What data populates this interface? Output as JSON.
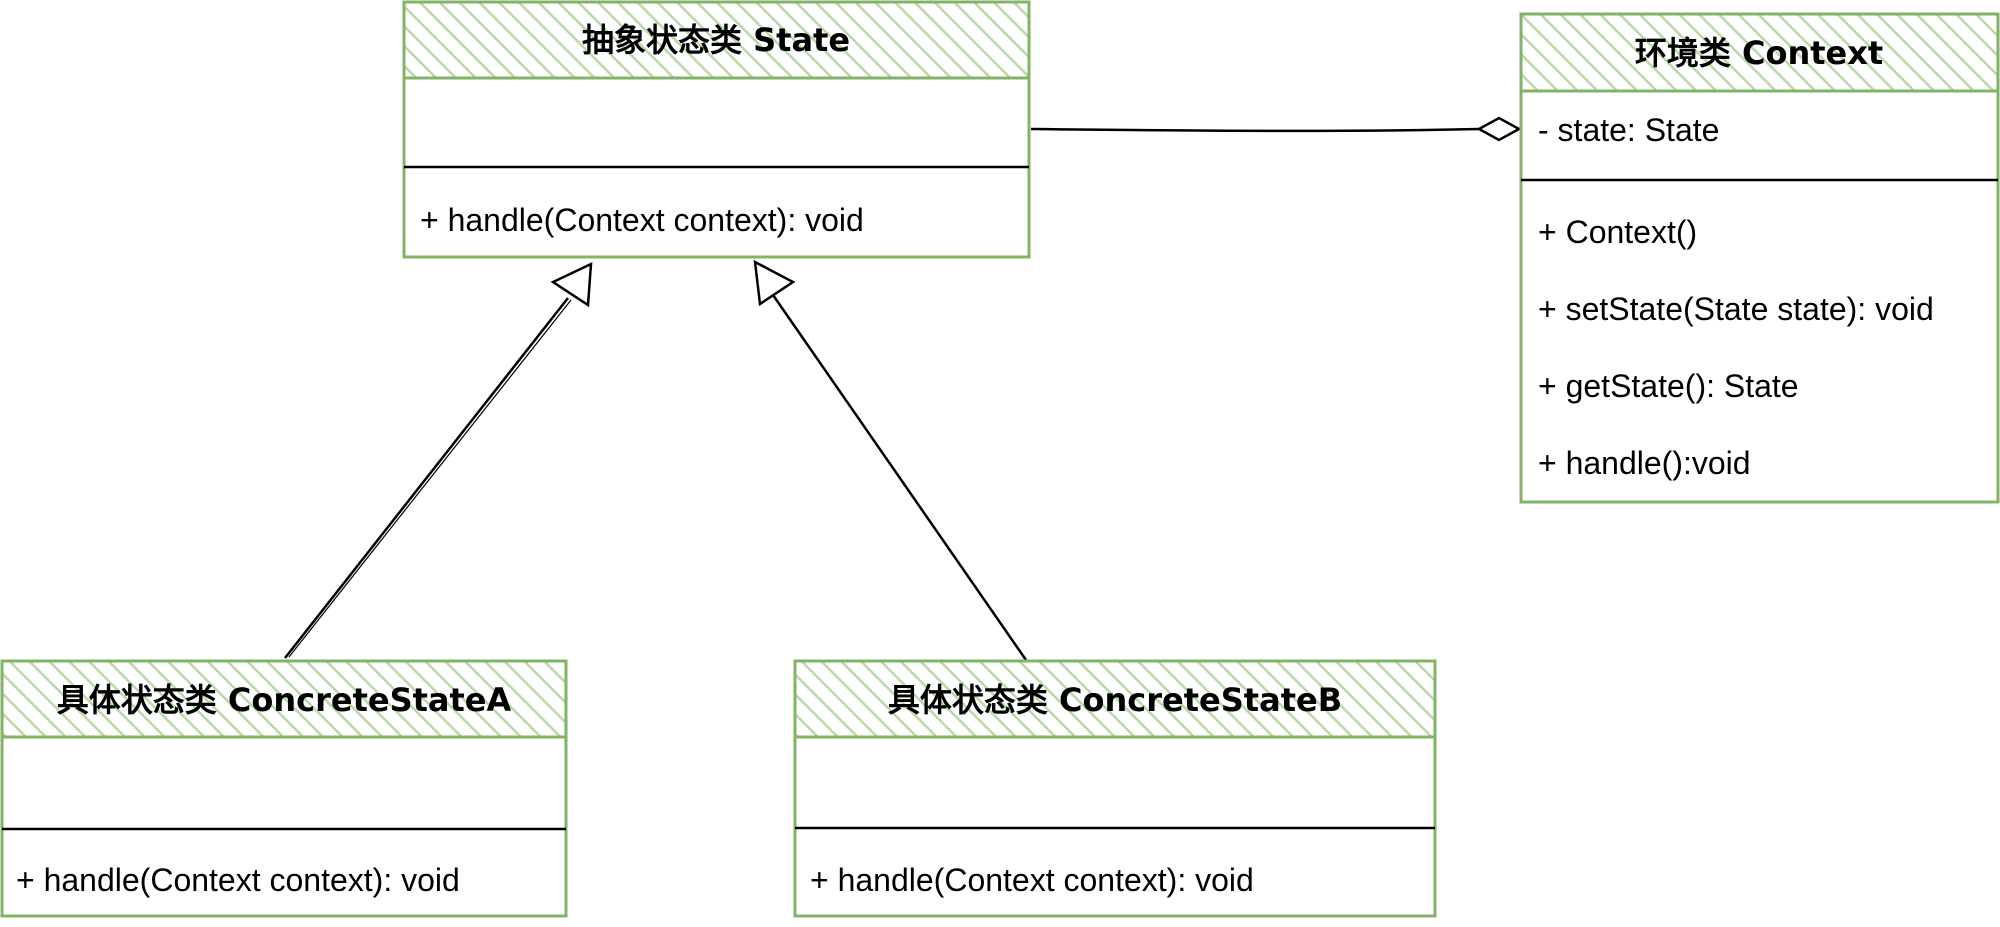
{
  "colors": {
    "box_border": "#82b366",
    "header_fill": "#d5e8d4",
    "body_fill": "#ffffff",
    "line": "#000000",
    "text": "#000000"
  },
  "classes": {
    "state": {
      "name": "抽象状态类 State",
      "attributes": [],
      "operations": [
        "+ handle(Context context): void"
      ]
    },
    "context": {
      "name": "环境类 Context",
      "attributes": [
        "- state: State"
      ],
      "operations": [
        "+ Context()",
        "+ setState(State state): void",
        "+ getState(): State",
        "+ handle():void"
      ]
    },
    "concrete_a": {
      "name": "具体状态类 ConcreteStateA",
      "attributes": [],
      "operations": [
        "+ handle(Context context): void"
      ]
    },
    "concrete_b": {
      "name": "具体状态类 ConcreteStateB",
      "attributes": [],
      "operations": [
        "+ handle(Context context): void"
      ]
    }
  },
  "relations": [
    {
      "type": "aggregation",
      "from": "context",
      "to": "state"
    },
    {
      "type": "generalization",
      "from": "concrete_a",
      "to": "state"
    },
    {
      "type": "generalization",
      "from": "concrete_b",
      "to": "state"
    }
  ]
}
